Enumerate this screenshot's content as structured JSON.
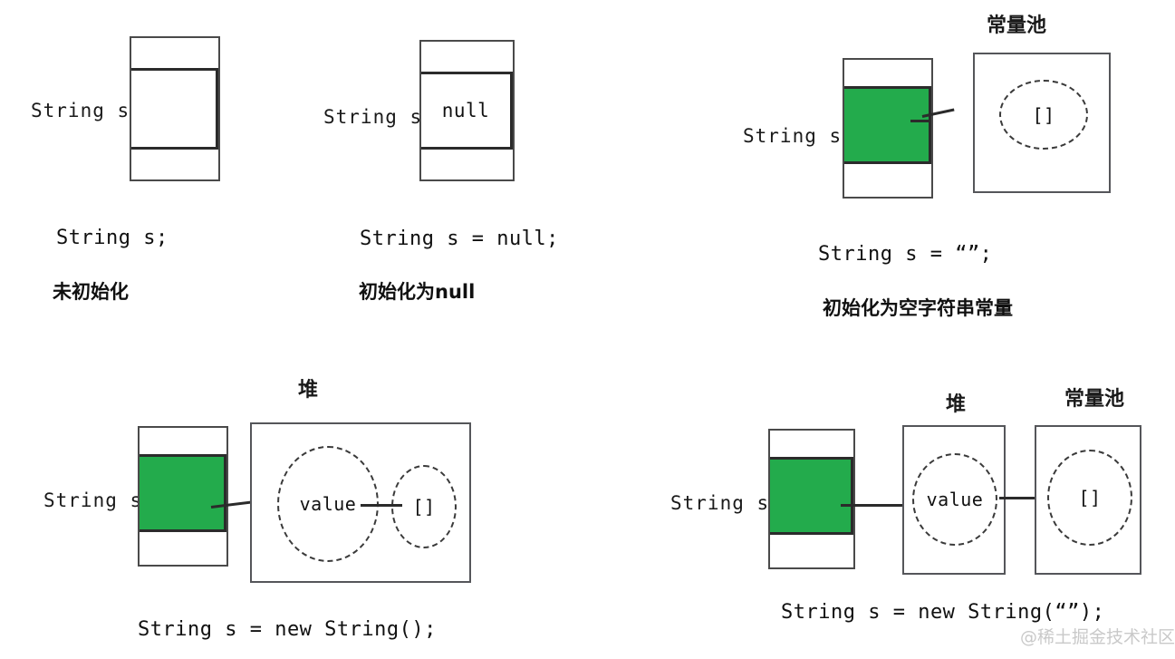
{
  "diagram": {
    "title": "Java String variable initialization memory layout",
    "colors": {
      "filled_slot": "#23ab4c",
      "box_border": "#55565a",
      "text": "#101010",
      "watermark": "#c9c9c9"
    },
    "watermark": "@稀土掘金技术社区"
  },
  "panels": [
    {
      "id": "uninitialized",
      "var_label": "String s",
      "slot_value": "",
      "slot_filled": false,
      "code_caption": "String s;",
      "cn_caption": "未初始化",
      "regions": [],
      "objects": []
    },
    {
      "id": "null-initialized",
      "var_label": "String s",
      "slot_value": "null",
      "slot_filled": false,
      "code_caption": "String s = null;",
      "cn_caption": "初始化为null",
      "regions": [],
      "objects": []
    },
    {
      "id": "empty-string-literal",
      "var_label": "String s",
      "slot_value": "",
      "slot_filled": true,
      "code_caption": "String s = “”;",
      "cn_caption": "初始化为空字符串常量",
      "regions": [
        {
          "name": "constant-pool",
          "title": "常量池"
        }
      ],
      "objects": [
        {
          "name": "char-array-object",
          "label": "[]"
        }
      ]
    },
    {
      "id": "new-string-empty",
      "var_label": "String s",
      "slot_value": "",
      "slot_filled": true,
      "code_caption": "String s = new String();",
      "cn_caption": "",
      "regions": [
        {
          "name": "heap",
          "title": "堆"
        }
      ],
      "objects": [
        {
          "name": "value-object",
          "label": "value"
        },
        {
          "name": "char-array-object",
          "label": "[]"
        }
      ]
    },
    {
      "id": "new-string-literal",
      "var_label": "String s",
      "slot_value": "",
      "slot_filled": true,
      "code_caption": "String s = new String(“”);",
      "cn_caption": "",
      "regions": [
        {
          "name": "heap",
          "title": "堆"
        },
        {
          "name": "constant-pool",
          "title": "常量池"
        }
      ],
      "objects": [
        {
          "name": "value-object",
          "label": "value"
        },
        {
          "name": "char-array-object",
          "label": "[]"
        }
      ]
    }
  ]
}
